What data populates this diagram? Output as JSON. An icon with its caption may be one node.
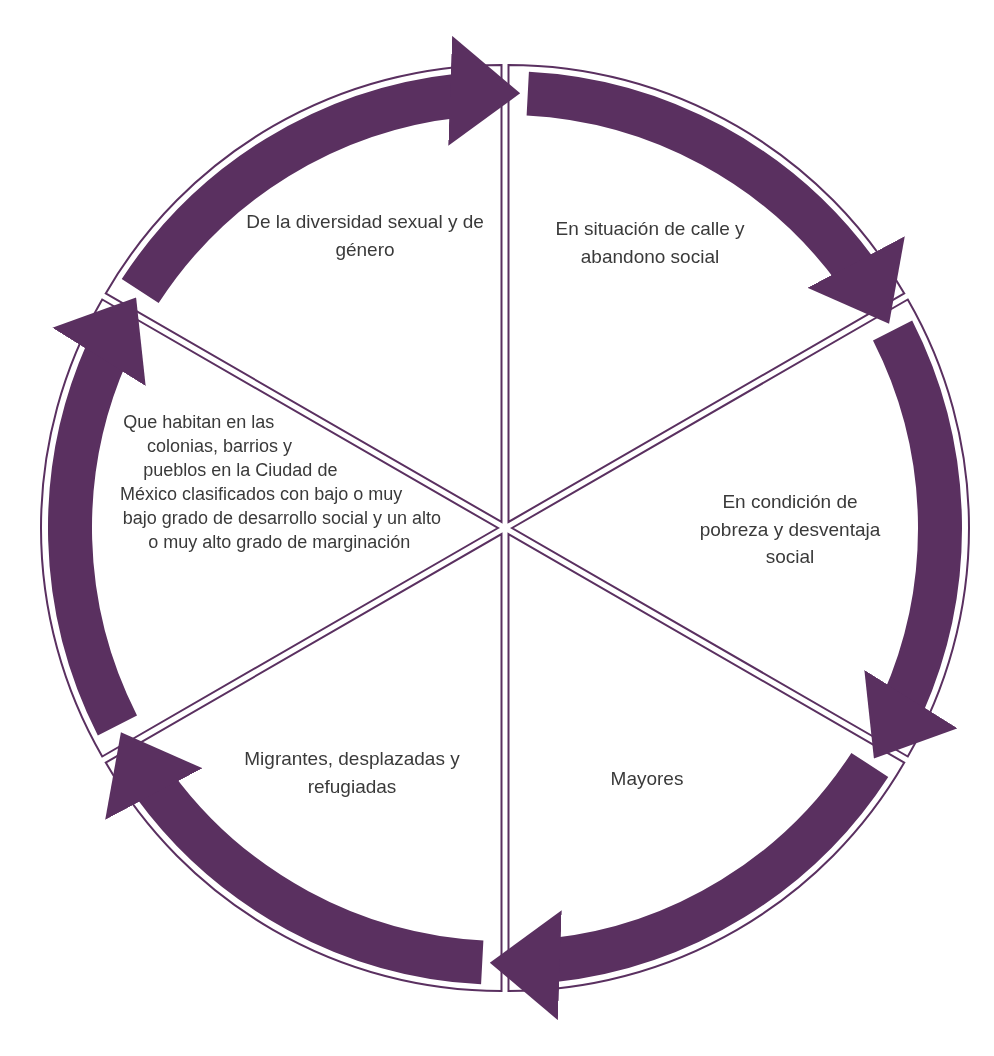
{
  "diagram": {
    "nodes": [
      {
        "text": [
          "De la diversidad sexual y de género"
        ]
      },
      {
        "text": [
          "En situación de calle y abandono social"
        ]
      },
      {
        "text": [
          "En condición de pobreza y desventaja social"
        ]
      },
      {
        "text": [
          "Mayores"
        ]
      },
      {
        "text": [
          "Migrantes, desplazadas y refugiadas"
        ]
      },
      {
        "text": [
          "Que habitan en las colonias, barrios y pueblos en la Ciudad de México clasificados con bajo o muy bajo grado de desarrollo social y un alto o muy alto grado de marginación"
        ]
      }
    ],
    "edges": [
      {
        "from": 0,
        "to": 1,
        "arrow": "to"
      },
      {
        "from": 1,
        "to": 2,
        "arrow": "to"
      },
      {
        "from": 2,
        "to": 3,
        "arrow": "to"
      },
      {
        "from": 3,
        "to": 4,
        "arrow": "to"
      },
      {
        "from": 4,
        "to": 5,
        "arrow": "to"
      },
      {
        "from": 5,
        "to": 0,
        "arrow": "to"
      }
    ]
  }
}
